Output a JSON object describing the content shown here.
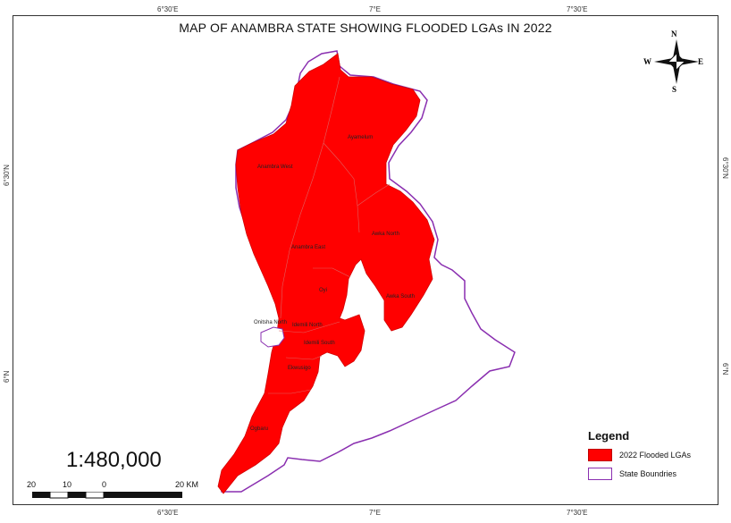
{
  "title": "MAP OF ANAMBRA STATE SHOWING FLOODED LGAs IN 2022",
  "graticule": {
    "top": [
      "6°30'E",
      "7°E",
      "7°30'E"
    ],
    "bottom": [
      "6°30'E",
      "7°E",
      "7°30'E"
    ],
    "left": [
      "6°30'N",
      "6°N"
    ],
    "right": [
      "6°30'N",
      "6°N"
    ]
  },
  "north_arrow": {
    "n": "N",
    "s": "S",
    "e": "E",
    "w": "W"
  },
  "scale": {
    "ratio": "1:480,000",
    "labels": [
      "20",
      "10",
      "0",
      "20 KM"
    ]
  },
  "legend": {
    "title": "Legend",
    "items": [
      {
        "label": "2022 Flooded LGAs",
        "color": "#ff0000"
      },
      {
        "label": "State Boundries",
        "color": "#8a2fb0"
      }
    ]
  },
  "lgas": [
    "Ayamelum",
    "Anambra West",
    "Anambra East",
    "Awka North",
    "Oyi",
    "Awka South",
    "Onitsha North",
    "Idemili North",
    "Idemili South",
    "Ekwusigo",
    "Ogbaru"
  ]
}
